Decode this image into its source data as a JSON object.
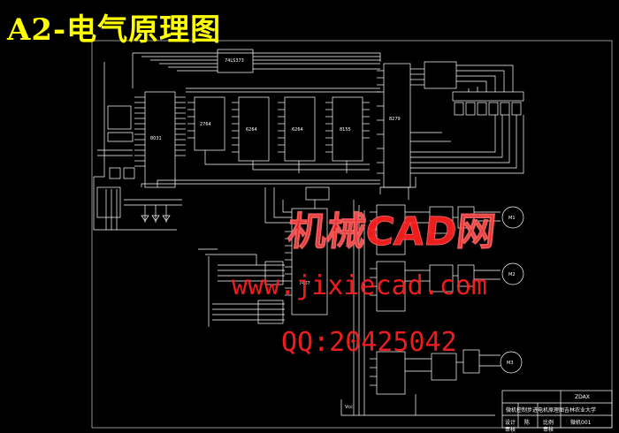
{
  "drawing": {
    "title": "A2-电气原理图",
    "colors": {
      "background": "#000000",
      "title": "#ffff00",
      "lines": "#ffffff",
      "watermark": "#ff2020"
    }
  },
  "watermark": {
    "name_cn": "机械CAD网",
    "url": "www.jixiecad.com",
    "qq": "QQ:20425042"
  },
  "title_block": {
    "drawing_no": "ZDAX",
    "design_name": "微机控制步进电机原理图",
    "school": "吉林农业大学",
    "designer_label": "设计",
    "designer_value": "陈",
    "checker_label": "审核",
    "approver_label": "审核",
    "scale_label": "比例",
    "sheet_no": "微机001"
  },
  "labels": {
    "cpu": "8031",
    "latch": "74LS373",
    "eprom": "2764",
    "ram1": "6264",
    "ram2": "6264",
    "io": "8155",
    "keyboard": "8279",
    "driver": "7407",
    "motor1": "M1",
    "motor2": "M2",
    "motor3": "M3",
    "vcc": "Vcc"
  }
}
